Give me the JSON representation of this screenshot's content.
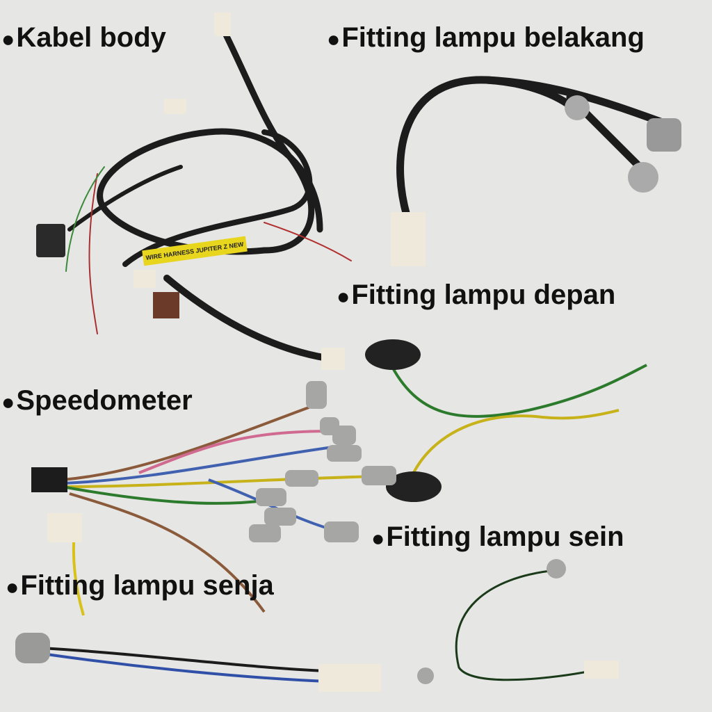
{
  "labels": [
    {
      "id": "kabel-body",
      "text": "Kabel body"
    },
    {
      "id": "fitting-lampu-belakang",
      "text": "Fitting lampu belakang"
    },
    {
      "id": "fitting-lampu-depan",
      "text": "Fitting lampu depan"
    },
    {
      "id": "speedometer",
      "text": "Speedometer"
    },
    {
      "id": "fitting-lampu-sein",
      "text": "Fitting lampu sein"
    },
    {
      "id": "fitting-lampu-senja",
      "text": "Fitting lampu senja"
    }
  ],
  "bullet": "●",
  "harness_tag": "WIRE HARNESS JUPITER Z NEW",
  "colors": {
    "background": "#e6e6e4",
    "text": "#111111",
    "cable": "#1c1c1c",
    "connector": "#efe9dc",
    "socket": "#9a9a98"
  }
}
